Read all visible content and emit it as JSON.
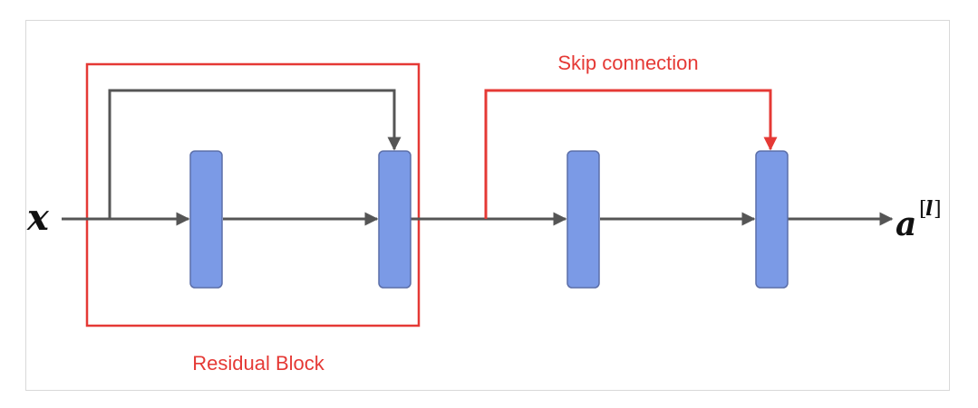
{
  "diagram": {
    "labels": {
      "skip_connection": "Skip connection",
      "residual_block": "Residual Block",
      "input": "x",
      "output_base": "a",
      "output_sup_open": "[",
      "output_sup_var": "l",
      "output_sup_close": "]"
    },
    "colors": {
      "layer_fill": "#7b9ae6",
      "layer_stroke": "#5b6ea8",
      "line": "#555555",
      "accent_red": "#e53935",
      "frame_border": "#d9d9d9"
    },
    "layers": [
      "layer-1",
      "layer-2",
      "layer-3",
      "layer-4"
    ]
  }
}
